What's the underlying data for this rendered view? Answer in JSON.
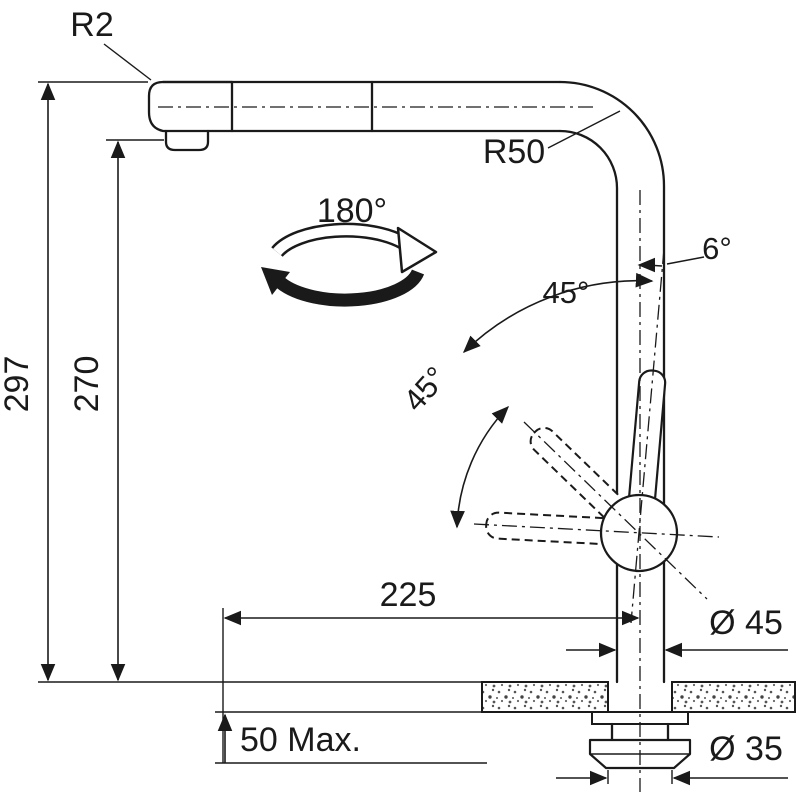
{
  "title": "Kitchen faucet technical dimension drawing",
  "colors": {
    "line": "#1a1a1a",
    "background": "#ffffff"
  },
  "dimensions": {
    "spout_corner_radius": "R2",
    "bend_radius": "R50",
    "swivel_angle": "180°",
    "lever_tilt_angle": "6°",
    "lever_arc_upper": "45°",
    "lever_arc_lower": "45°",
    "total_height": "297",
    "spout_height": "270",
    "spout_reach": "225",
    "body_diameter": "Ø 45",
    "deck_thickness_max": "50 Max.",
    "hole_diameter": "Ø 35"
  }
}
